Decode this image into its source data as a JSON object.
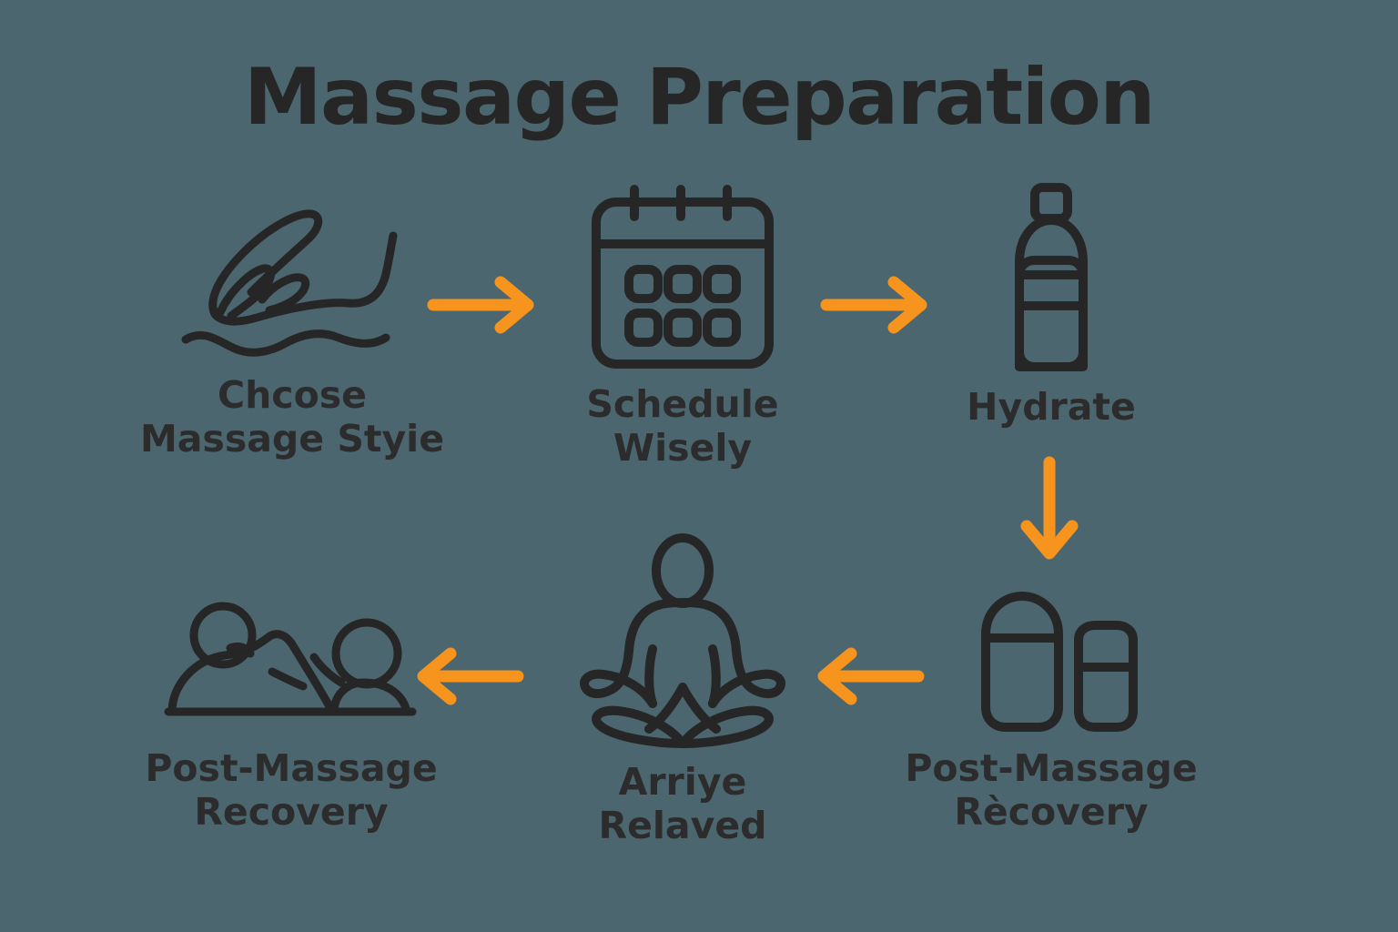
{
  "page": {
    "title": "Massage Preparation",
    "background_color": "#4c666f",
    "ink_color": "#2c2c2c",
    "accent_color": "#f7941e"
  },
  "steps": [
    {
      "id": "choose-style",
      "label": "Chcose\nMassage Styie",
      "icon": "massage-hand-icon",
      "position": "row1-col1"
    },
    {
      "id": "schedule-wisely",
      "label": "Schedule\nWisely",
      "icon": "calendar-icon",
      "position": "row1-col2"
    },
    {
      "id": "hydrate",
      "label": "Hydrate",
      "icon": "water-bottle-icon",
      "position": "row1-col3"
    },
    {
      "id": "post-massage-recovery-right",
      "label": "Post-Massage\nRècovery",
      "icon": "drinking-cups-icon",
      "position": "row2-col3"
    },
    {
      "id": "arrive-relaxed",
      "label": "Arriye\nRelaved",
      "icon": "meditating-person-icon",
      "position": "row2-col2"
    },
    {
      "id": "post-massage-recovery-left",
      "label": "Post-Massage\nRecovery",
      "icon": "person-lying-massage-table-icon",
      "position": "row2-col1"
    }
  ],
  "arrows": [
    {
      "id": "choose-to-schedule",
      "direction": "right",
      "color": "#f7941e"
    },
    {
      "id": "schedule-to-hydrate",
      "direction": "right",
      "color": "#f7941e"
    },
    {
      "id": "hydrate-to-recovery",
      "direction": "down",
      "color": "#f7941e"
    },
    {
      "id": "recovery-to-arrive",
      "direction": "left",
      "color": "#f7941e"
    },
    {
      "id": "arrive-to-postrecov",
      "direction": "left",
      "color": "#f7941e"
    }
  ]
}
